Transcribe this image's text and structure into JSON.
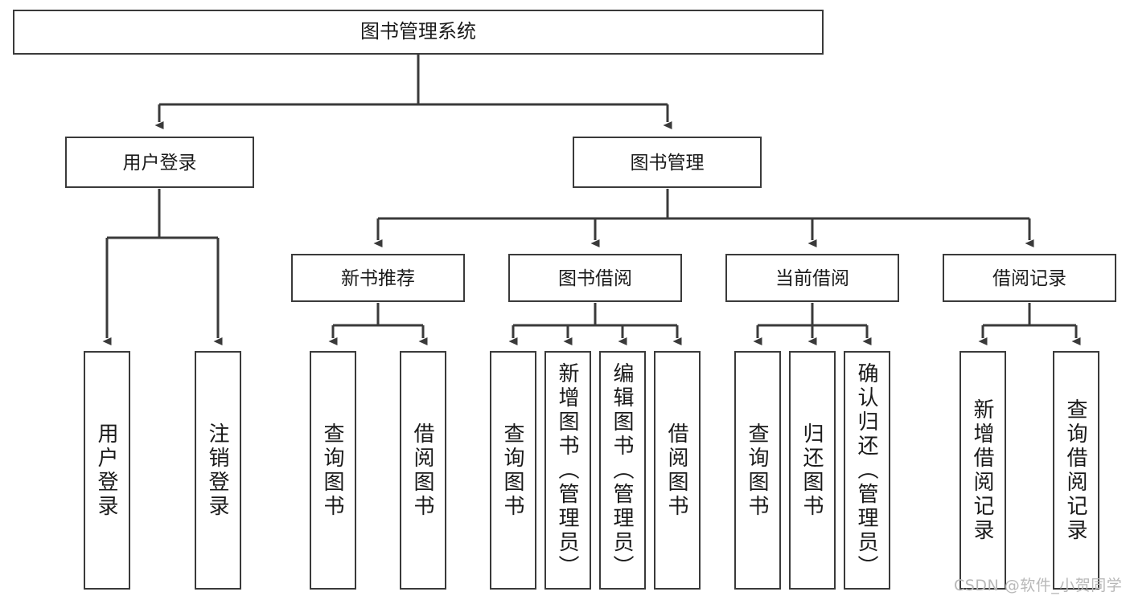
{
  "diagram": {
    "title": "图书管理系统",
    "type": "hierarchy-tree",
    "root": {
      "id": "root",
      "label": "图书管理系统"
    },
    "level2": [
      {
        "id": "user-login",
        "label": "用户登录"
      },
      {
        "id": "book-manage",
        "label": "图书管理"
      }
    ],
    "level3": [
      {
        "id": "new-book-rec",
        "label": "新书推荐",
        "parent": "book-manage"
      },
      {
        "id": "book-borrow",
        "label": "图书借阅",
        "parent": "book-manage"
      },
      {
        "id": "current-borrow",
        "label": "当前借阅",
        "parent": "book-manage"
      },
      {
        "id": "borrow-record",
        "label": "借阅记录",
        "parent": "book-manage"
      }
    ],
    "leaves": [
      {
        "id": "leaf-user-login",
        "label": "用户登录",
        "parent": "user-login"
      },
      {
        "id": "leaf-logout",
        "label": "注销登录",
        "parent": "user-login"
      },
      {
        "id": "leaf-query-book-1",
        "label": "查询图书",
        "parent": "new-book-rec"
      },
      {
        "id": "leaf-borrow-book-1",
        "label": "借阅图书",
        "parent": "new-book-rec"
      },
      {
        "id": "leaf-query-book-2",
        "label": "查询图书",
        "parent": "book-borrow"
      },
      {
        "id": "leaf-add-book",
        "label": "新增图书（管理员）",
        "parent": "book-borrow"
      },
      {
        "id": "leaf-edit-book",
        "label": "编辑图书（管理员）",
        "parent": "book-borrow"
      },
      {
        "id": "leaf-borrow-book-2",
        "label": "借阅图书",
        "parent": "book-borrow"
      },
      {
        "id": "leaf-query-book-3",
        "label": "查询图书",
        "parent": "current-borrow"
      },
      {
        "id": "leaf-return-book",
        "label": "归还图书",
        "parent": "current-borrow"
      },
      {
        "id": "leaf-confirm-return",
        "label": "确认归还（管理员）",
        "parent": "current-borrow"
      },
      {
        "id": "leaf-add-record",
        "label": "新增借阅记录",
        "parent": "borrow-record"
      },
      {
        "id": "leaf-query-record",
        "label": "查询借阅记录",
        "parent": "borrow-record"
      }
    ]
  },
  "watermark": {
    "text": "CSDN @软件_小贺同学"
  },
  "colors": {
    "border": "#3a3a3a",
    "background": "#ffffff",
    "text": "#1a1a1a",
    "watermark": "#b8b8b8"
  }
}
